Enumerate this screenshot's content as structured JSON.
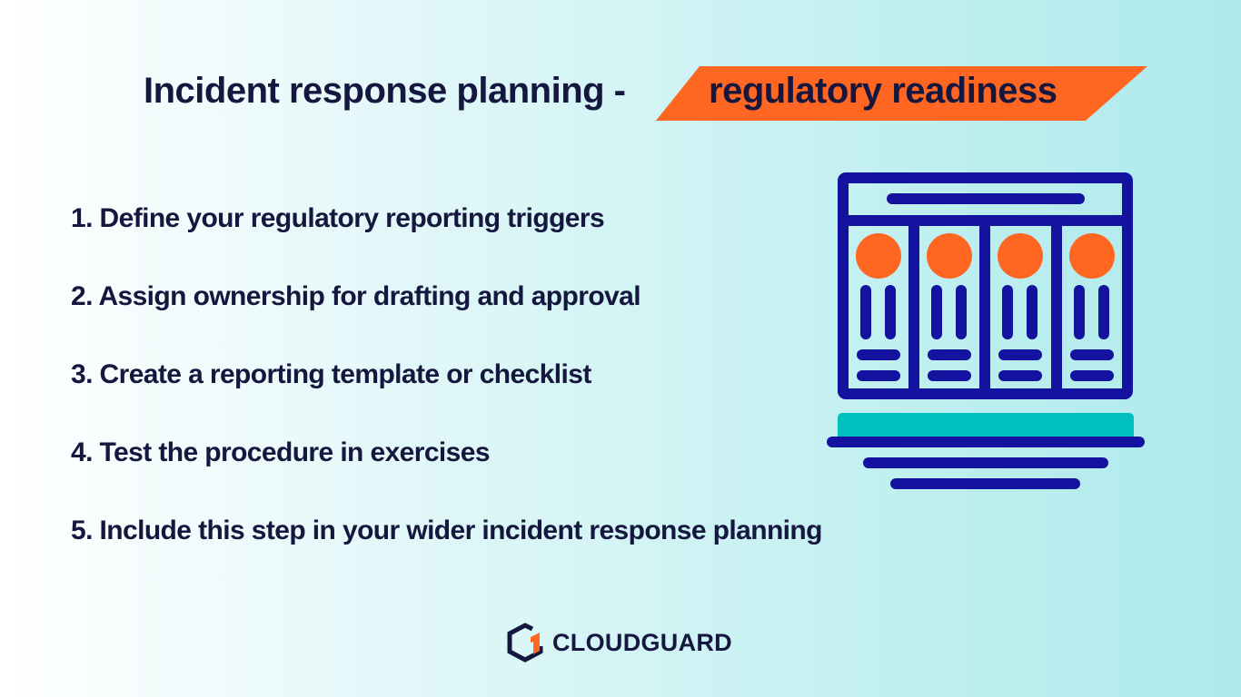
{
  "title": {
    "prefix": "Incident response planning -",
    "highlight": "regulatory readiness"
  },
  "steps": [
    "1. Define your regulatory reporting triggers",
    "2. Assign ownership for drafting and approval",
    "3. Create a reporting template or checklist",
    "4. Test the procedure in exercises",
    "5. Include this step in your wider incident response planning"
  ],
  "logo": {
    "name": "CLOUDGUARD"
  },
  "colors": {
    "navy": "#15173f",
    "orange": "#ff6622",
    "illustration_blue": "#1313a0",
    "teal": "#00bfbf"
  },
  "illustration": {
    "icon": "regulatory-documents-icon"
  }
}
